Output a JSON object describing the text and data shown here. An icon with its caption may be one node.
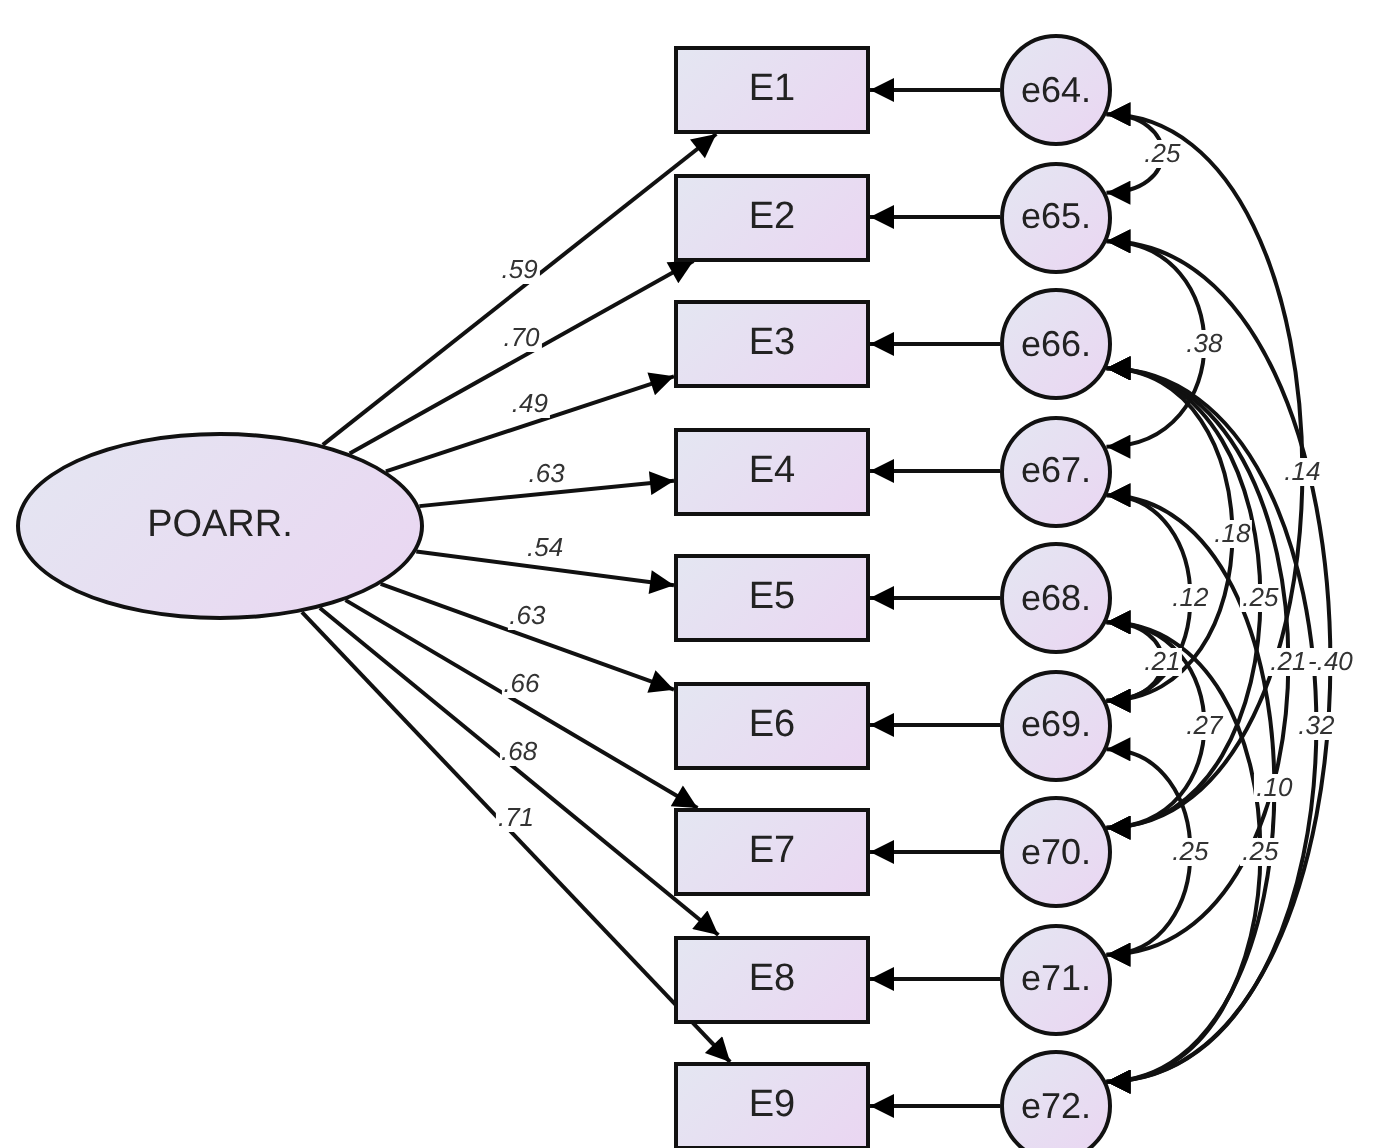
{
  "diagram": {
    "nodes": [
      {
        "text": [
          "POARR."
        ]
      },
      {
        "text": [
          "E1"
        ]
      },
      {
        "text": [
          "E2"
        ]
      },
      {
        "text": [
          "E3"
        ]
      },
      {
        "text": [
          "E4"
        ]
      },
      {
        "text": [
          "E5"
        ]
      },
      {
        "text": [
          "E6"
        ]
      },
      {
        "text": [
          "E7"
        ]
      },
      {
        "text": [
          "E8"
        ]
      },
      {
        "text": [
          "E9"
        ]
      },
      {
        "text": [
          "e64."
        ]
      },
      {
        "text": [
          "e65."
        ]
      },
      {
        "text": [
          "e66."
        ]
      },
      {
        "text": [
          "e67."
        ]
      },
      {
        "text": [
          "e68."
        ]
      },
      {
        "text": [
          "e69."
        ]
      },
      {
        "text": [
          "e70."
        ]
      },
      {
        "text": [
          "e71."
        ]
      },
      {
        "text": [
          "e72."
        ]
      }
    ],
    "edges": [
      {
        "from": 0,
        "to": 1,
        "arrow": "to",
        "label": ".59"
      },
      {
        "from": 0,
        "to": 2,
        "arrow": "to",
        "label": ".70"
      },
      {
        "from": 0,
        "to": 3,
        "arrow": "to",
        "label": ".49"
      },
      {
        "from": 0,
        "to": 4,
        "arrow": "to",
        "label": ".63"
      },
      {
        "from": 0,
        "to": 5,
        "arrow": "to",
        "label": ".54"
      },
      {
        "from": 0,
        "to": 6,
        "arrow": "to",
        "label": ".63"
      },
      {
        "from": 0,
        "to": 7,
        "arrow": "to",
        "label": ".66"
      },
      {
        "from": 0,
        "to": 8,
        "arrow": "to",
        "label": ".68"
      },
      {
        "from": 0,
        "to": 9,
        "arrow": "to",
        "label": ".71"
      },
      {
        "from": 10,
        "to": 1,
        "arrow": "to"
      },
      {
        "from": 11,
        "to": 2,
        "arrow": "to"
      },
      {
        "from": 12,
        "to": 3,
        "arrow": "to"
      },
      {
        "from": 13,
        "to": 4,
        "arrow": "to"
      },
      {
        "from": 14,
        "to": 5,
        "arrow": "to"
      },
      {
        "from": 15,
        "to": 6,
        "arrow": "to"
      },
      {
        "from": 16,
        "to": 7,
        "arrow": "to"
      },
      {
        "from": 17,
        "to": 8,
        "arrow": "to"
      },
      {
        "from": 18,
        "to": 9,
        "arrow": "to"
      },
      {
        "from": 10,
        "to": 11,
        "arrow": "both",
        "label": ".25"
      },
      {
        "from": 11,
        "to": 13,
        "arrow": "both",
        "label": ".38"
      },
      {
        "from": 10,
        "to": 16,
        "arrow": "both",
        "label": ".14"
      },
      {
        "from": 12,
        "to": 15,
        "arrow": "both",
        "label": ".18"
      },
      {
        "from": 13,
        "to": 15,
        "arrow": "both",
        "label": ".12"
      },
      {
        "from": 12,
        "to": 16,
        "arrow": "both",
        "label": ".25"
      },
      {
        "from": 14,
        "to": 15,
        "arrow": "both",
        "label": ".21"
      },
      {
        "from": 12,
        "to": 17,
        "arrow": "both",
        "label": ".21"
      },
      {
        "from": 11,
        "to": 18,
        "arrow": "both",
        "label": "-.40"
      },
      {
        "from": 12,
        "to": 18,
        "arrow": "both",
        "label": ".32"
      },
      {
        "from": 13,
        "to": 18,
        "arrow": "both",
        "label": ".10"
      },
      {
        "from": 14,
        "to": 16,
        "arrow": "both",
        "label": ".27"
      },
      {
        "from": 15,
        "to": 17,
        "arrow": "both",
        "label": ".25"
      },
      {
        "from": 14,
        "to": 18,
        "arrow": "both",
        "label": ".25"
      }
    ]
  }
}
